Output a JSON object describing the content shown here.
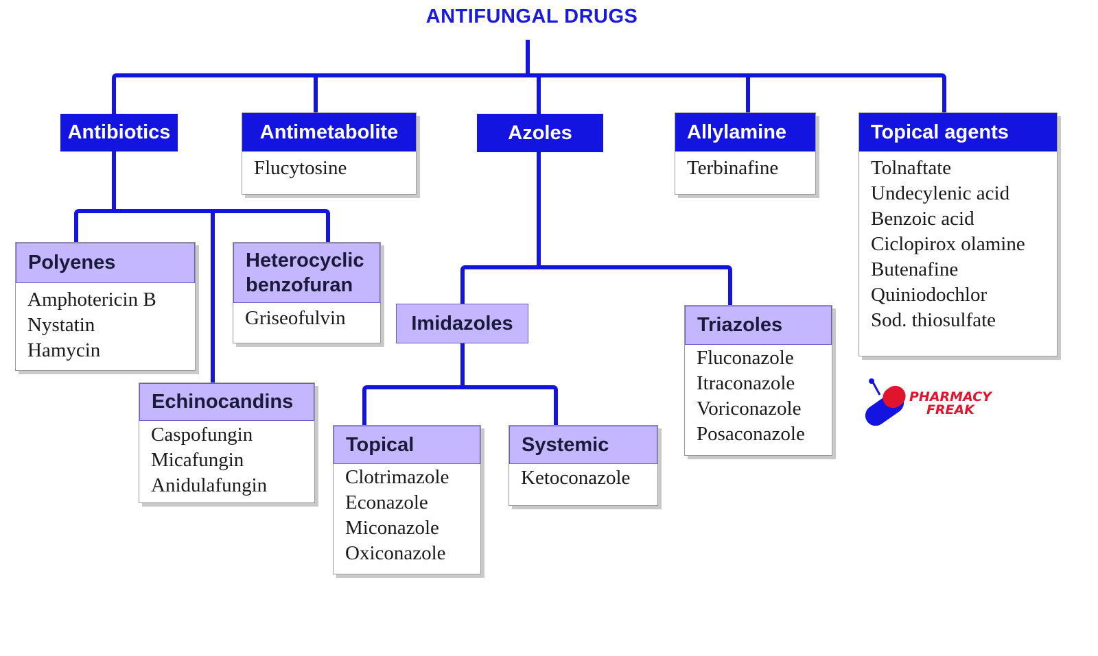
{
  "title": "ANTIFUNGAL DRUGS",
  "colors": {
    "connector": "#1414e0",
    "header_blue": "#1414e0",
    "header_lavender": "#c4b7ff"
  },
  "nodes": {
    "antibiotics": {
      "label": "Antibiotics",
      "items": []
    },
    "antimetabolite": {
      "label": "Antimetabolite",
      "items": [
        "Flucytosine"
      ]
    },
    "azoles": {
      "label": "Azoles",
      "items": []
    },
    "allylamine": {
      "label": "Allylamine",
      "items": [
        "Terbinafine"
      ]
    },
    "topical_agents": {
      "label": "Topical agents",
      "items": [
        "Tolnaftate",
        "Undecylenic acid",
        "Benzoic acid",
        "Ciclopirox olamine",
        "Butenafine",
        "Quiniodochlor",
        "Sod. thiosulfate"
      ]
    },
    "polyenes": {
      "label": "Polyenes",
      "items": [
        "Amphotericin B",
        "Nystatin",
        "Hamycin"
      ]
    },
    "heterocyclic": {
      "label_line1": "Heterocyclic",
      "label_line2": "benzofuran",
      "items": [
        "Griseofulvin"
      ]
    },
    "echinocandins": {
      "label": "Echinocandins",
      "items": [
        "Caspofungin",
        "Micafungin",
        "Anidulafungin"
      ]
    },
    "imidazoles": {
      "label": "Imidazoles",
      "items": []
    },
    "triazoles": {
      "label": "Triazoles",
      "items": [
        "Fluconazole",
        "Itraconazole",
        "Voriconazole",
        "Posaconazole"
      ]
    },
    "topical": {
      "label": "Topical",
      "items": [
        "Clotrimazole",
        "Econazole",
        "Miconazole",
        "Oxiconazole"
      ]
    },
    "systemic": {
      "label": "Systemic",
      "items": [
        "Ketoconazole"
      ]
    }
  },
  "logo": {
    "line1": "PHARMACY",
    "line2": "FREAK"
  }
}
